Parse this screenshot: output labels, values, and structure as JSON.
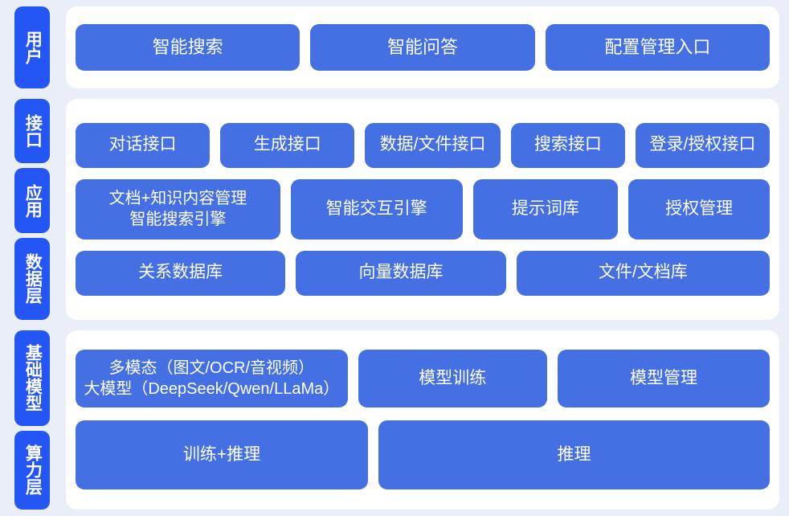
{
  "colors": {
    "background": "#e9eef8",
    "panel": "#ffffff",
    "tab": "#2455f5",
    "box": "#4570e4",
    "text": "#ffffff"
  },
  "bands": [
    {
      "id": "user-band",
      "tabs": [
        {
          "id": "user",
          "label": "用户"
        }
      ],
      "rows": [
        {
          "id": "user-row",
          "boxes": [
            {
              "id": "smart-search",
              "label": "智能搜索",
              "flex": 1
            },
            {
              "id": "smart-qa",
              "label": "智能问答",
              "flex": 1
            },
            {
              "id": "config-management-entry",
              "label": "配置管理入口",
              "flex": 1
            }
          ]
        }
      ]
    },
    {
      "id": "middle-band",
      "tabs": [
        {
          "id": "interface",
          "label": "接口"
        },
        {
          "id": "application",
          "label": "应用"
        },
        {
          "id": "data-layer",
          "label": "数据层"
        }
      ],
      "rows": [
        {
          "id": "interface-row",
          "boxes": [
            {
              "id": "dialog-interface",
              "label": "对话接口",
              "flex": 1.02
            },
            {
              "id": "generation-interface",
              "label": "生成接口",
              "flex": 1.02
            },
            {
              "id": "data-file-interface",
              "label": "数据/文件接口",
              "flex": 1.03
            },
            {
              "id": "search-interface",
              "label": "搜索接口",
              "flex": 0.85
            },
            {
              "id": "login-auth-interface",
              "label": "登录/授权接口",
              "flex": 1.02
            }
          ]
        },
        {
          "id": "application-row",
          "boxes": [
            {
              "id": "doc-knowledge-management",
              "label": "文档+知识内容管理\n智能搜索引擎",
              "flex": 1.45,
              "twoLine": true
            },
            {
              "id": "smart-interaction-engine",
              "label": "智能交互引擎",
              "flex": 1.2
            },
            {
              "id": "prompt-library",
              "label": "提示词库",
              "flex": 1.0
            },
            {
              "id": "authorization-management",
              "label": "授权管理",
              "flex": 0.97
            }
          ]
        },
        {
          "id": "data-row",
          "boxes": [
            {
              "id": "relational-database",
              "label": "关系数据库",
              "flex": 1.0
            },
            {
              "id": "vector-database",
              "label": "向量数据库",
              "flex": 1.0
            },
            {
              "id": "file-document-store",
              "label": "文件/文档库",
              "flex": 1.22
            }
          ]
        }
      ]
    },
    {
      "id": "base-band",
      "tabs": [
        {
          "id": "foundation-model",
          "label": "基础模型"
        },
        {
          "id": "compute-layer",
          "label": "算力层"
        }
      ],
      "rows": [
        {
          "id": "model-row",
          "boxes": [
            {
              "id": "multimodal-large-model",
              "label": "多模态（图文/OCR/音视频）\n大模型（DeepSeek/Qwen/LLaMa）",
              "flex": 1.47,
              "twoLine": true
            },
            {
              "id": "model-training",
              "label": "模型训练",
              "flex": 1.0
            },
            {
              "id": "model-management",
              "label": "模型管理",
              "flex": 1.13
            }
          ]
        },
        {
          "id": "compute-row",
          "boxes": [
            {
              "id": "training-inference",
              "label": "训练+推理",
              "flex": 0.85
            },
            {
              "id": "inference",
              "label": "推理",
              "flex": 1.15
            }
          ]
        }
      ]
    }
  ]
}
